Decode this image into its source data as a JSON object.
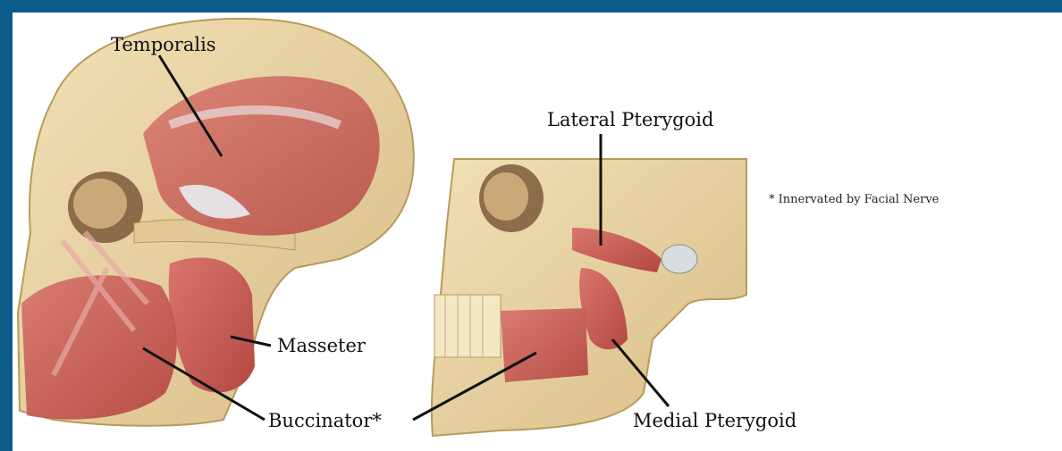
{
  "labels": {
    "temporalis": "Temporalis",
    "lateral_pterygoid": "Lateral Pterygoid",
    "masseter": "Masseter",
    "buccinator": "Buccinator*",
    "medial_pterygoid": "Medial Pterygoid"
  },
  "note": "* Innervated by Facial Nerve",
  "colors": {
    "border": "#0b5c8a",
    "bone": "#e9d4a4",
    "muscle": "#c85a55",
    "tendon": "#e8ecef"
  }
}
